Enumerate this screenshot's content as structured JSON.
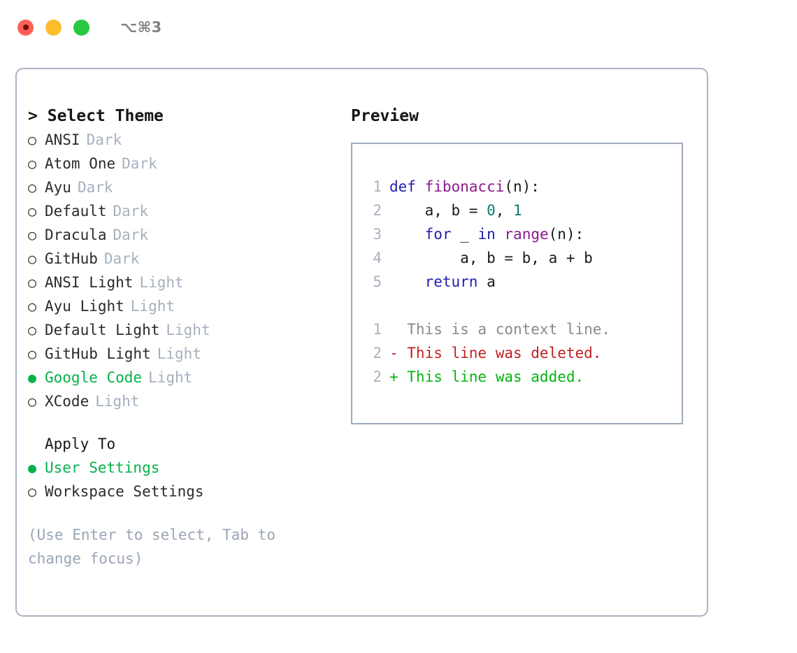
{
  "titlebar": {
    "shortcut": "⌥⌘3",
    "buttons": [
      {
        "name": "close",
        "color": "#ff6057"
      },
      {
        "name": "minimize",
        "color": "#ffbd2e"
      },
      {
        "name": "maximize",
        "color": "#28c840"
      }
    ]
  },
  "theme_picker": {
    "caret": ">",
    "heading": "Select Theme",
    "marker_unselected": "○",
    "marker_selected": "●",
    "options": [
      {
        "label": "ANSI",
        "variant": "Dark",
        "selected": false
      },
      {
        "label": "Atom One",
        "variant": "Dark",
        "selected": false
      },
      {
        "label": "Ayu",
        "variant": "Dark",
        "selected": false
      },
      {
        "label": "Default",
        "variant": "Dark",
        "selected": false
      },
      {
        "label": "Dracula",
        "variant": "Dark",
        "selected": false
      },
      {
        "label": "GitHub",
        "variant": "Dark",
        "selected": false
      },
      {
        "label": "ANSI Light",
        "variant": "Light",
        "selected": false
      },
      {
        "label": "Ayu Light",
        "variant": "Light",
        "selected": false
      },
      {
        "label": "Default Light",
        "variant": "Light",
        "selected": false
      },
      {
        "label": "GitHub Light",
        "variant": "Light",
        "selected": false
      },
      {
        "label": "Google Code",
        "variant": "Light",
        "selected": true
      },
      {
        "label": "XCode",
        "variant": "Light",
        "selected": false
      }
    ]
  },
  "apply_to": {
    "heading": "Apply To",
    "options": [
      {
        "label": "User Settings",
        "selected": true
      },
      {
        "label": "Workspace Settings",
        "selected": false
      }
    ]
  },
  "hint": "(Use Enter to select, Tab to change focus)",
  "preview": {
    "heading": "Preview",
    "code_lines": [
      {
        "number": "1",
        "tokens": [
          {
            "text": "def ",
            "type": "kw"
          },
          {
            "text": "fibonacci",
            "type": "fn"
          },
          {
            "text": "(n):",
            "type": "plain"
          }
        ]
      },
      {
        "number": "2",
        "tokens": [
          {
            "text": "    a, b = ",
            "type": "plain"
          },
          {
            "text": "0",
            "type": "num"
          },
          {
            "text": ", ",
            "type": "plain"
          },
          {
            "text": "1",
            "type": "num"
          }
        ]
      },
      {
        "number": "3",
        "tokens": [
          {
            "text": "    ",
            "type": "plain"
          },
          {
            "text": "for",
            "type": "kw"
          },
          {
            "text": " _ ",
            "type": "plain"
          },
          {
            "text": "in",
            "type": "kw"
          },
          {
            "text": " ",
            "type": "plain"
          },
          {
            "text": "range",
            "type": "fn"
          },
          {
            "text": "(n):",
            "type": "plain"
          }
        ]
      },
      {
        "number": "4",
        "tokens": [
          {
            "text": "        a, b = b, a + b",
            "type": "plain"
          }
        ]
      },
      {
        "number": "5",
        "tokens": [
          {
            "text": "    ",
            "type": "plain"
          },
          {
            "text": "return",
            "type": "kw"
          },
          {
            "text": " a",
            "type": "plain"
          }
        ]
      }
    ],
    "diff_lines": [
      {
        "number": "1",
        "marker": "  ",
        "text": "This is a context line.",
        "type": "context"
      },
      {
        "number": "2",
        "marker": "- ",
        "text": "This line was deleted.",
        "type": "removed"
      },
      {
        "number": "2",
        "marker": "+ ",
        "text": "This line was added.",
        "type": "added"
      }
    ]
  },
  "colors": {
    "accent_green": "#06b14b",
    "muted": "#a6b0be",
    "border": "#aab4c2",
    "keyword": "#1f1fb0",
    "function": "#8c1a8c",
    "number": "#0d7a72",
    "diff_removed": "#c22020",
    "diff_added": "#06b510"
  }
}
